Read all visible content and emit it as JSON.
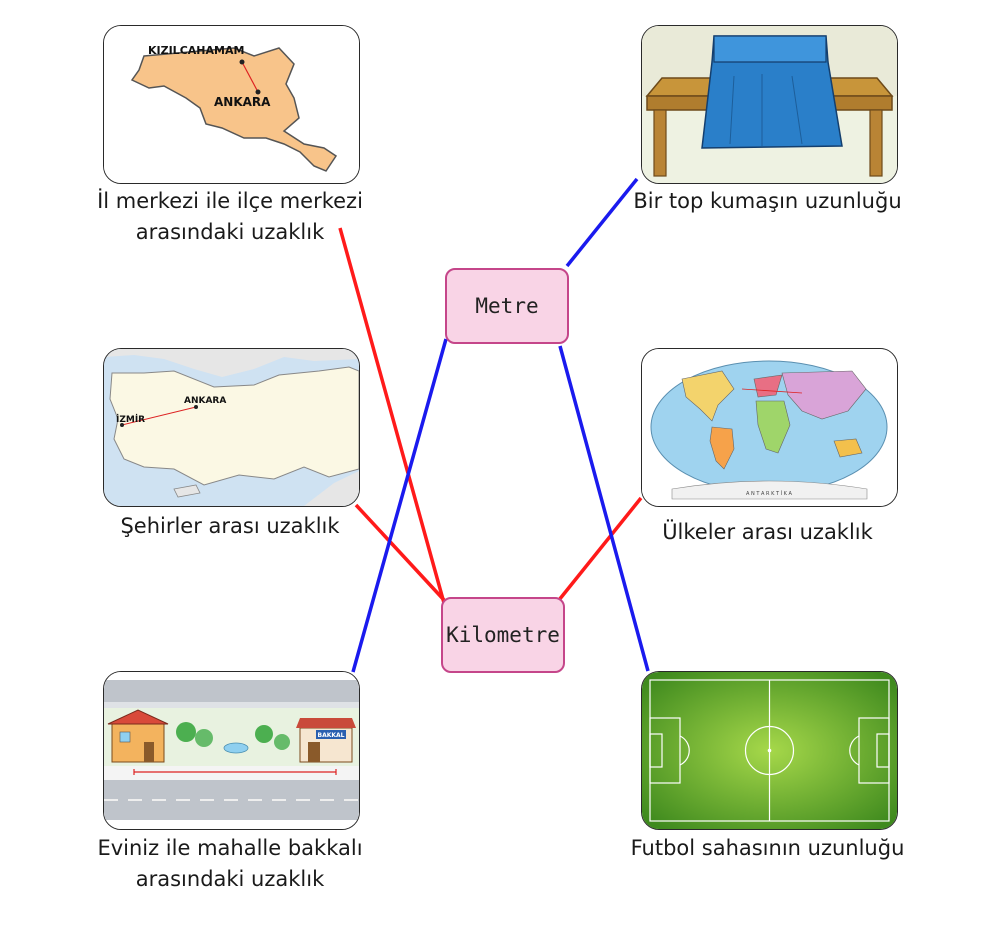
{
  "units": {
    "metre": "Metre",
    "kilometre": "Kilometre"
  },
  "cards": {
    "province_map": {
      "caption_line1": "İl merkezi ile ilçe merkezi",
      "caption_line2": "arasındaki uzaklık",
      "label_top": "KIZILCAHAMAM",
      "label_bottom": "ANKARA"
    },
    "fabric": {
      "caption_line1": "Bir top kumaşın uzunluğu"
    },
    "turkey_map": {
      "caption_line1": "Şehirler arası uzaklık",
      "label_east": "ANKARA",
      "label_west": "İZMİR"
    },
    "world_map": {
      "caption_line1": "Ülkeler arası uzaklık",
      "label_south": "A N T A R K T İ K A"
    },
    "street": {
      "caption_line1": "Eviniz ile mahalle bakkalı",
      "caption_line2": "arasındaki uzaklık",
      "shop_sign": "BAKKAL"
    },
    "football": {
      "caption_line1": "Futbol sahasının uzunluğu"
    }
  },
  "connections": [
    {
      "from": "province_map",
      "to": "kilometre",
      "color": "#ff1a1a"
    },
    {
      "from": "turkey_map",
      "to": "kilometre",
      "color": "#ff1a1a"
    },
    {
      "from": "world_map",
      "to": "kilometre",
      "color": "#ff1a1a"
    },
    {
      "from": "street",
      "to": "metre",
      "color": "#1a1aee"
    },
    {
      "from": "fabric",
      "to": "metre",
      "color": "#1a1aee"
    },
    {
      "from": "football",
      "to": "metre",
      "color": "#1a1aee"
    }
  ],
  "colors": {
    "metre_box_fill": "#f9d4e6",
    "unit_box_border": "#c5468a",
    "km_line": "#ff1a1a",
    "m_line": "#1a1aee"
  }
}
